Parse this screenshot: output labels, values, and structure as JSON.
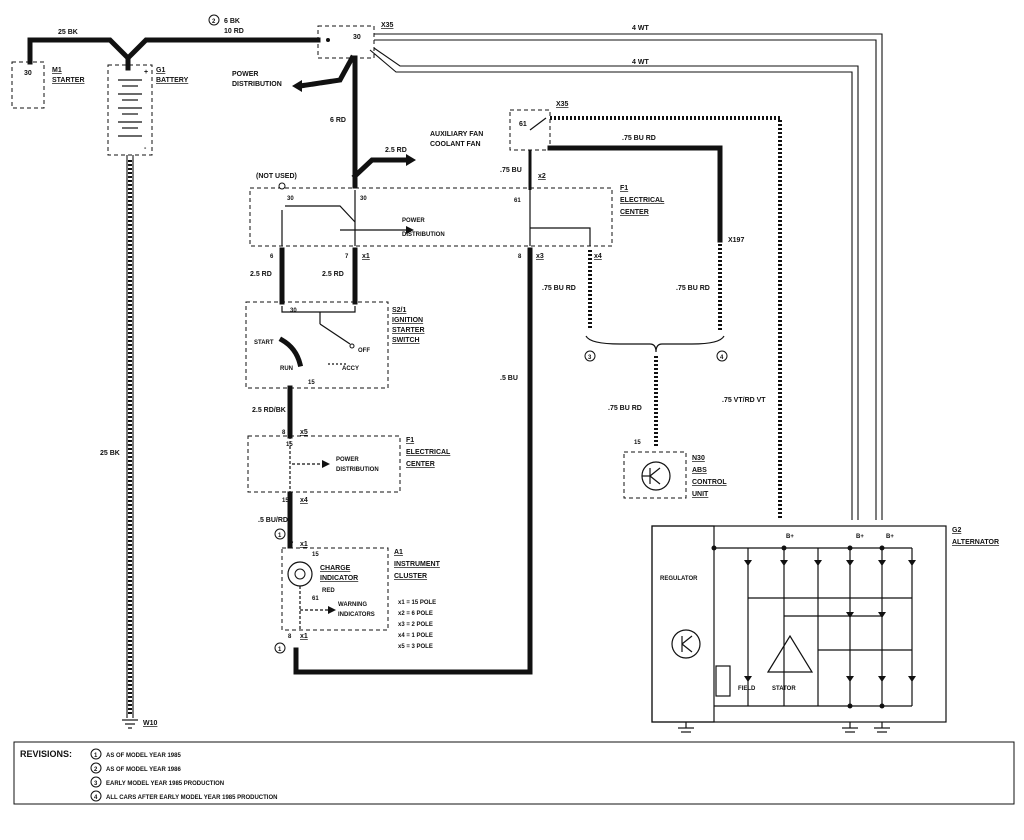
{
  "components": {
    "starter": {
      "ref": "M1",
      "name": "STARTER",
      "pin": "30"
    },
    "battery": {
      "ref": "G1",
      "name": "BATTERY",
      "plus": "+",
      "minus": "-"
    },
    "x35_top": {
      "ref": "X35",
      "pin": "30"
    },
    "x35_mid": {
      "ref": "X35",
      "pin": "61"
    },
    "power_distribution_top": "POWER DISTRIBUTION",
    "aux_fan_line1": "AUXILIARY FAN",
    "aux_fan_line2": "COOLANT FAN",
    "not_used": "(NOT USED)",
    "electrical_center_top": {
      "ref": "F1",
      "line1": "ELECTRICAL",
      "line2": "CENTER",
      "inner_line1": "POWER",
      "inner_line2": "DISTRIBUTION"
    },
    "ignition_switch": {
      "ref": "S2/1",
      "line1": "IGNITION",
      "line2": "STARTER",
      "line3": "SWITCH",
      "start": "START",
      "run": "RUN",
      "off": "OFF",
      "accy": "ACCY",
      "pin30": "30",
      "pin15": "15"
    },
    "electrical_center_mid": {
      "ref": "F1",
      "line1": "ELECTRICAL",
      "line2": "CENTER",
      "inner_line1": "POWER",
      "inner_line2": "DISTRIBUTION"
    },
    "instrument_cluster": {
      "ref": "A1",
      "line1": "INSTRUMENT",
      "line2": "CLUSTER",
      "charge1": "CHARGE",
      "charge2": "INDICATOR",
      "red": "RED",
      "warn1": "WARNING",
      "warn2": "INDICATORS",
      "pin1": "15",
      "pin2": "61"
    },
    "pole_legend": [
      "x1 = 15 POLE",
      "x2 = 6 POLE",
      "x3 = 2 POLE",
      "x4 = 1 POLE",
      "x5 = 3 POLE"
    ],
    "abs_unit": {
      "ref": "N30",
      "line1": "ABS",
      "line2": "CONTROL",
      "line3": "UNIT",
      "pin": "15"
    },
    "alternator": {
      "ref": "G2",
      "name": "ALTERNATOR",
      "regulator": "REGULATOR",
      "stator": "STATOR",
      "field": "FIELD",
      "bplus": "B+"
    },
    "ground": "W10"
  },
  "wires": {
    "w_25bk_top": "25 BK",
    "w_6bk": "6 BK",
    "w_10rd": "10 RD",
    "w_4wt_1": "4 WT",
    "w_4wt_2": "4 WT",
    "w_6rd": "6 RD",
    "w_25rd_fan": "2.5 RD",
    "w_75burd_top": ".75 BU RD",
    "w_75bu": ".75 BU",
    "x197": "X197",
    "w_25rd_l": "2.5 RD",
    "w_25rd_r": "2.5 RD",
    "w_75burd_l": ".75 BU RD",
    "w_75burd_r": ".75 BU RD",
    "w_75burd_abs": ".75 BU RD",
    "w_75vtrdvt": ".75 VT/RD VT",
    "w_25rdbk": "2.5 RD/BK",
    "w_5bu": ".5 BU",
    "w_5burd": ".5 BU/RD",
    "w_25bk_left": "25 BK",
    "conn_x1": "x1",
    "conn_x2": "x2",
    "conn_x3": "x3",
    "conn_x4": "x4",
    "conn_x5": "x5"
  },
  "revisions": {
    "title": "REVISIONS:",
    "items": [
      {
        "num": "1",
        "text": "AS OF MODEL YEAR 1985"
      },
      {
        "num": "2",
        "text": "AS OF MODEL YEAR 1986"
      },
      {
        "num": "3",
        "text": "EARLY MODEL YEAR 1985 PRODUCTION"
      },
      {
        "num": "4",
        "text": "ALL CARS AFTER EARLY MODEL YEAR 1985 PRODUCTION"
      }
    ]
  },
  "callouts": {
    "r1": "1",
    "r2": "2",
    "r3": "3",
    "r4": "4"
  }
}
